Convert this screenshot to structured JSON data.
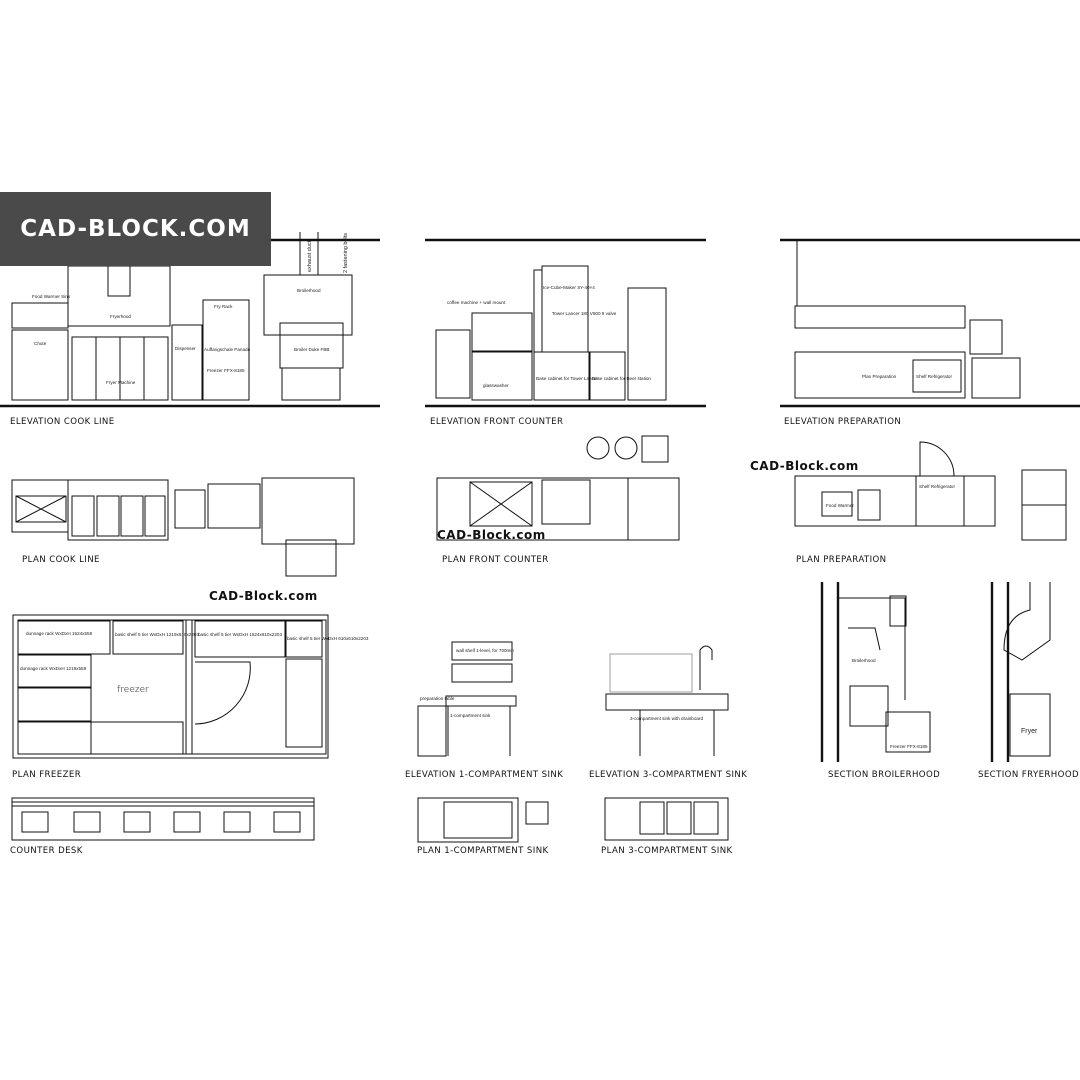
{
  "watermark": {
    "banner": "CAD-BLOCK.COM",
    "small": "CAD-Block.com"
  },
  "captions": {
    "elev_cook_line": "ELEVATION COOK LINE",
    "elev_front_counter": "ELEVATION FRONT COUNTER",
    "elev_preparation": "ELEVATION PREPARATION",
    "plan_cook_line": "PLAN COOK LINE",
    "plan_front_counter": "PLAN FRONT COUNTER",
    "plan_preparation": "PLAN PREPARATION",
    "plan_freezer": "PLAN FREEZER",
    "elev_1_sink": "ELEVATION 1-COMPARTMENT SINK",
    "elev_3_sink": "ELEVATION 3-COMPARTMENT SINK",
    "section_broilerhood": "SECTION BROILERHOOD",
    "section_fryerhood": "SECTION FRYERHOOD",
    "counter_desk": "COUNTER DESK",
    "plan_1_sink": "PLAN 1-COMPARTMENT SINK",
    "plan_3_sink": "PLAN 3-COMPARTMENT SINK"
  },
  "labels": {
    "food_warmer_sink": "Food Warmer Sink",
    "chute": "Chute",
    "fryerhood": "Fryerhood",
    "fryer_machine": "Fryer Machine",
    "dispenser": "Dispenser",
    "fry_rack": "Fry Rack",
    "auffangschale": "Auffangschale Panade",
    "freezer_ffx": "Freezer FFX-8185",
    "broilerhood": "Broilerhood",
    "broiler_duke": "Broiler Duke FBB",
    "exhaust_duct": "exhaust duct",
    "fastening_bolts": "2 fastening bolts",
    "ice_cube_maker": "Ice-Cube-Maker SY-40×4",
    "tower_lancer": "Tower Lancer 180 V500 9 valve",
    "coffee_machine": "coffee machine + wall mount",
    "base_tower": "Base cabinet for Tower Lancer",
    "base_beer": "Base cabinet for Beer station",
    "glasswasher": "glasswasher",
    "plan_prep": "Plan Preparation",
    "shelf_refrigerator": "Shelf Refrigerator",
    "food_warmer": "Food Warmer",
    "freezer": "freezer",
    "dunnage_1524": "dunnage rack WxDxH 1524x559",
    "dunnage_1219": "dunnage rack WxDxH 1219x559",
    "shelf_1219": "basic shelf 5 tier WxDxH 1219x610x2203",
    "shelf_1524": "basic shelf 5 tier WxDxH 1524x610x2203",
    "shelf_610": "basic shelf 5 tier WxDxH 610x610x2203",
    "wall_shelf": "wall shelf 1-level, for 700mm",
    "one_compartment": "1-compartment sink",
    "three_compartment": "3-compartment sink with drainboard",
    "prep_table": "preparation table",
    "fryer": "Fryer"
  }
}
